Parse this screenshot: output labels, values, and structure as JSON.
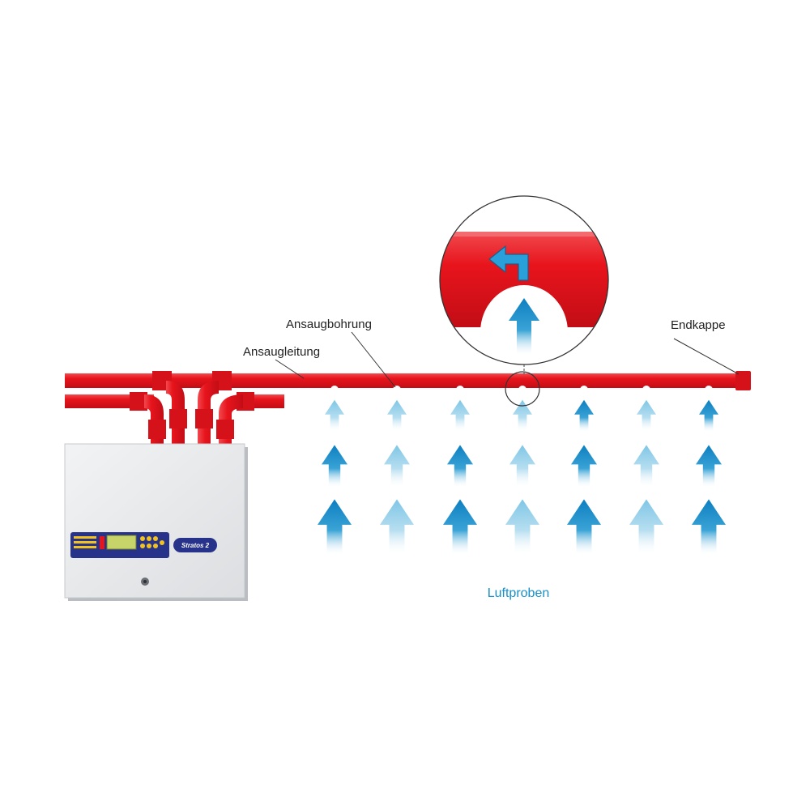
{
  "labels": {
    "intake_hole": "Ansaugbohrung",
    "intake_pipe": "Ansaugleitung",
    "end_cap": "Endkappe",
    "air_samples": "Luftproben"
  },
  "device": {
    "logo_text": "Stratos 2"
  },
  "colors": {
    "pipe": "#e8141c",
    "pipe_dark": "#c8101a",
    "arrow_blue": "#1590c8",
    "label_blue": "#1590c8",
    "device_body": "#e9eaec",
    "device_panel": "#27338a"
  },
  "icons": {
    "flow_arrow": "arrow-up-icon",
    "zoom_arrow": "arrow-left-turn-icon"
  }
}
